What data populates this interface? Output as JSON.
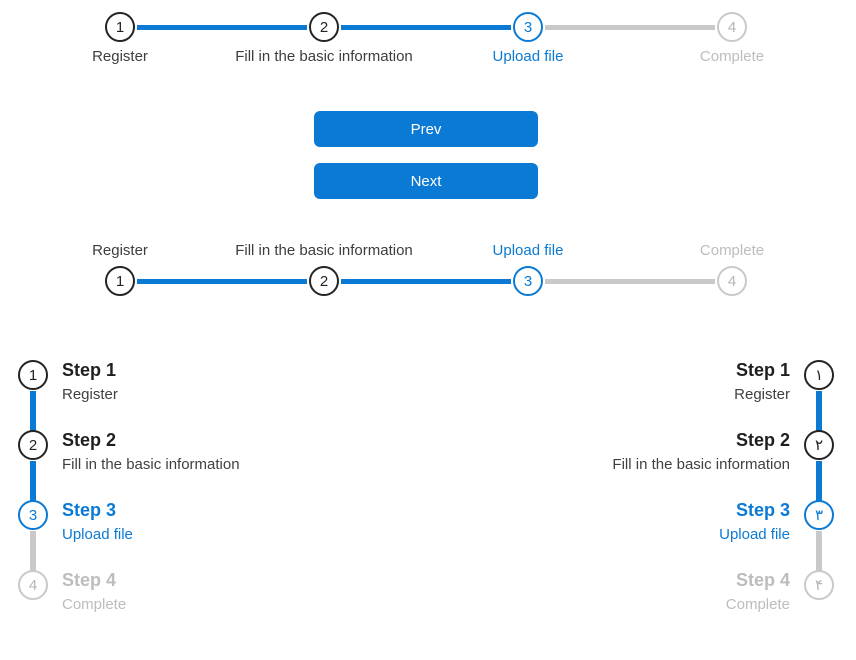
{
  "colors": {
    "accent": "#0b7ad4",
    "done_circle": "#242424",
    "inactive": "#c9c9c9",
    "inactive_text": "#bdbdbd"
  },
  "horizontal_steps": [
    {
      "number": "1",
      "label": "Register",
      "state": "done"
    },
    {
      "number": "2",
      "label": "Fill in the basic information",
      "state": "done"
    },
    {
      "number": "3",
      "label": "Upload file",
      "state": "active"
    },
    {
      "number": "4",
      "label": "Complete",
      "state": "todo"
    }
  ],
  "controls": {
    "prev_label": "Prev",
    "next_label": "Next"
  },
  "vertical_steps_ltr": [
    {
      "number": "1",
      "title": "Step 1",
      "description": "Register",
      "state": "done"
    },
    {
      "number": "2",
      "title": "Step 2",
      "description": "Fill in the basic information",
      "state": "done"
    },
    {
      "number": "3",
      "title": "Step 3",
      "description": "Upload file",
      "state": "active"
    },
    {
      "number": "4",
      "title": "Step 4",
      "description": "Complete",
      "state": "todo"
    }
  ],
  "vertical_steps_rtl": [
    {
      "number": "۱",
      "title": "Step 1",
      "description": "Register",
      "state": "done"
    },
    {
      "number": "۲",
      "title": "Step 2",
      "description": "Fill in the basic information",
      "state": "done"
    },
    {
      "number": "۳",
      "title": "Step 3",
      "description": "Upload file",
      "state": "active"
    },
    {
      "number": "۴",
      "title": "Step 4",
      "description": "Complete",
      "state": "todo"
    }
  ]
}
